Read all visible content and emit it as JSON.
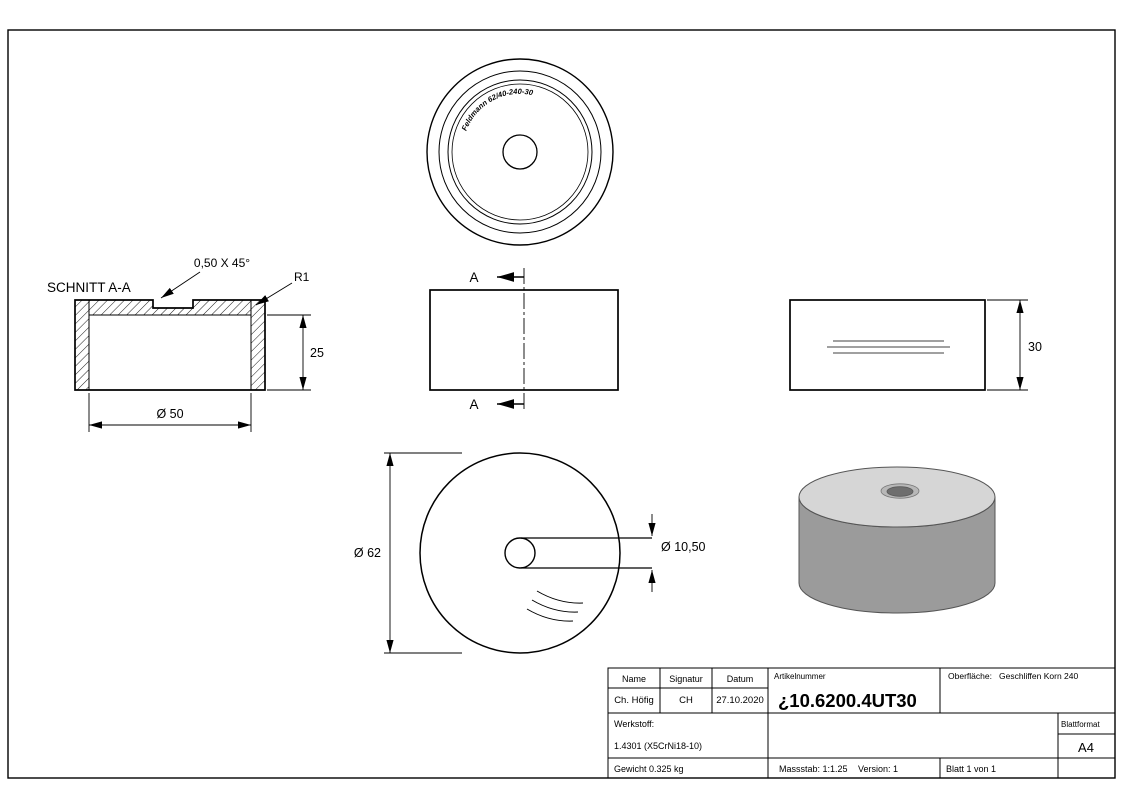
{
  "frame": {
    "background": "#ffffff",
    "line_color": "#000000"
  },
  "views": {
    "top": {
      "engraving": "Feldmann 62/40-240-30"
    },
    "section": {
      "title": "SCHNITT A-A",
      "chamfer_dim": "0,50 X 45°",
      "radius_dim": "R1",
      "height_dim": "25",
      "diameter_dim": "Ø 50"
    },
    "front": {
      "cut_label_top": "A",
      "cut_label_bottom": "A"
    },
    "side": {
      "height_dim": "30"
    },
    "bottom": {
      "outer_diameter_dim": "Ø 62",
      "hole_diameter_dim": "Ø 10,50"
    }
  },
  "title_block": {
    "headers": {
      "name": "Name",
      "signatur": "Signatur",
      "datum": "Datum",
      "artikelnummer": "Artikelnummer",
      "oberflaeche_label": "Oberfläche:",
      "oberflaeche_value": "Geschliffen Korn 240",
      "blattformat": "Blattformat"
    },
    "values": {
      "name": "Ch. Höfig",
      "signatur": "CH",
      "datum": "27.10.2020",
      "artikelnummer": "¿10.6200.4UT30",
      "blattformat": "A4"
    },
    "werkstoff_label": "Werkstoff:",
    "werkstoff_value": "1.4301 (X5CrNi18-10)",
    "gewicht": "Gewicht 0.325 kg",
    "massstab": "Massstab: 1:1.25",
    "version": "Version: 1",
    "blatt": "Blatt 1 von 1"
  },
  "colors": {
    "cylinder_top": "#d6d6d6",
    "cylinder_side": "#9b9b9b",
    "hole_ring": "#b8b8b8",
    "hole_dark": "#6e6e6e"
  }
}
